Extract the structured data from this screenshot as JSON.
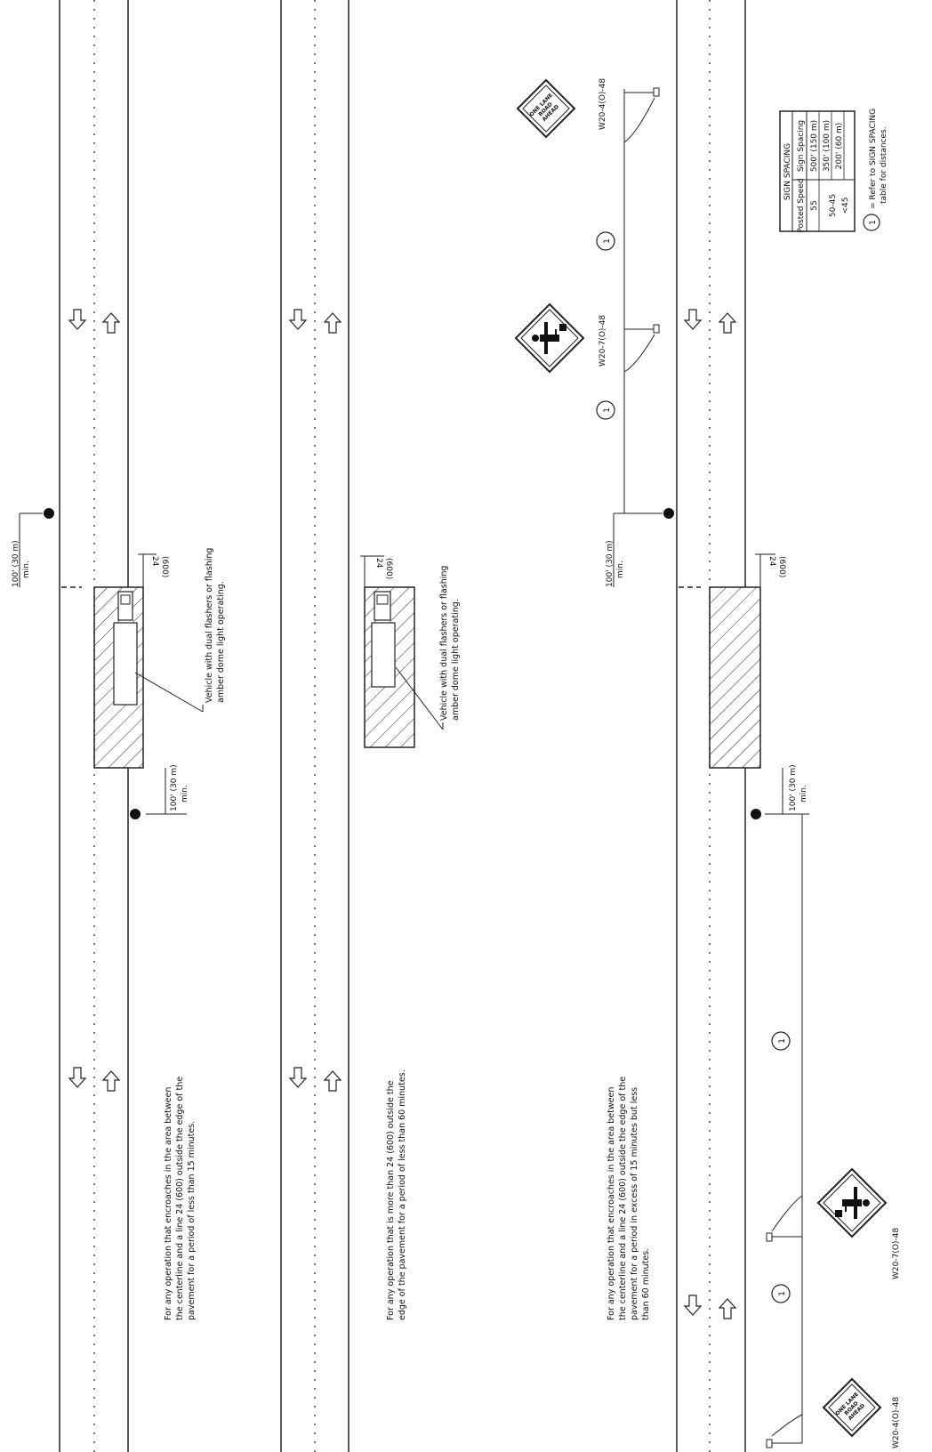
{
  "panel1": {
    "note": [
      "For any operation that encroaches in the area between",
      "the centerline and a line 24 (600) outside the edge of the",
      "pavement for a period of less than 15 minutes."
    ],
    "vehicle_note": [
      "Vehicle with dual flashers or flashing",
      "amber dome light operating."
    ],
    "dim_top": [
      "100' (30 m)",
      "min."
    ],
    "dim_bottom": [
      "100' (30 m)",
      "min."
    ],
    "offset": [
      "24",
      "(600)"
    ]
  },
  "panel2": {
    "note": [
      "For any operation that is more than 24 (600) outside the",
      "edge of the pavement for a period of less than 60 minutes."
    ],
    "vehicle_note": [
      "Vehicle with dual flashers or flashing",
      "amber dome light operating."
    ],
    "offset": [
      "24",
      "(600)"
    ]
  },
  "panel3": {
    "note": [
      "For any operation that encroaches in the area between",
      "the centerline and a line 24 (600) outside the edge of the",
      "pavement for a period in excess of 15 minutes but less",
      "than 60 minutes."
    ],
    "dim_top": [
      "100' (30 m)",
      "min."
    ],
    "dim_bottom": [
      "100' (30 m)",
      "min."
    ],
    "offset": [
      "24",
      "(600)"
    ],
    "sign_one_lane_label": "W20-4(O)-48",
    "sign_flagger_label": "W20-7(O)-48",
    "sign_one_lane_text": [
      "ONE LANE",
      "ROAD",
      "AHEAD"
    ],
    "spacing_marker": "1"
  },
  "table": {
    "title": "SIGN SPACING",
    "headers": [
      "Posted Speed",
      "Sign Spacing"
    ],
    "rows": [
      [
        "55",
        "500' (150 m)"
      ],
      [
        "50-45",
        "350' (100 m)"
      ],
      [
        "<45",
        "200' (60 m)"
      ]
    ],
    "legend_marker": "1",
    "legend_text": [
      "= Refer to SIGN SPACING",
      "table for distances."
    ]
  }
}
